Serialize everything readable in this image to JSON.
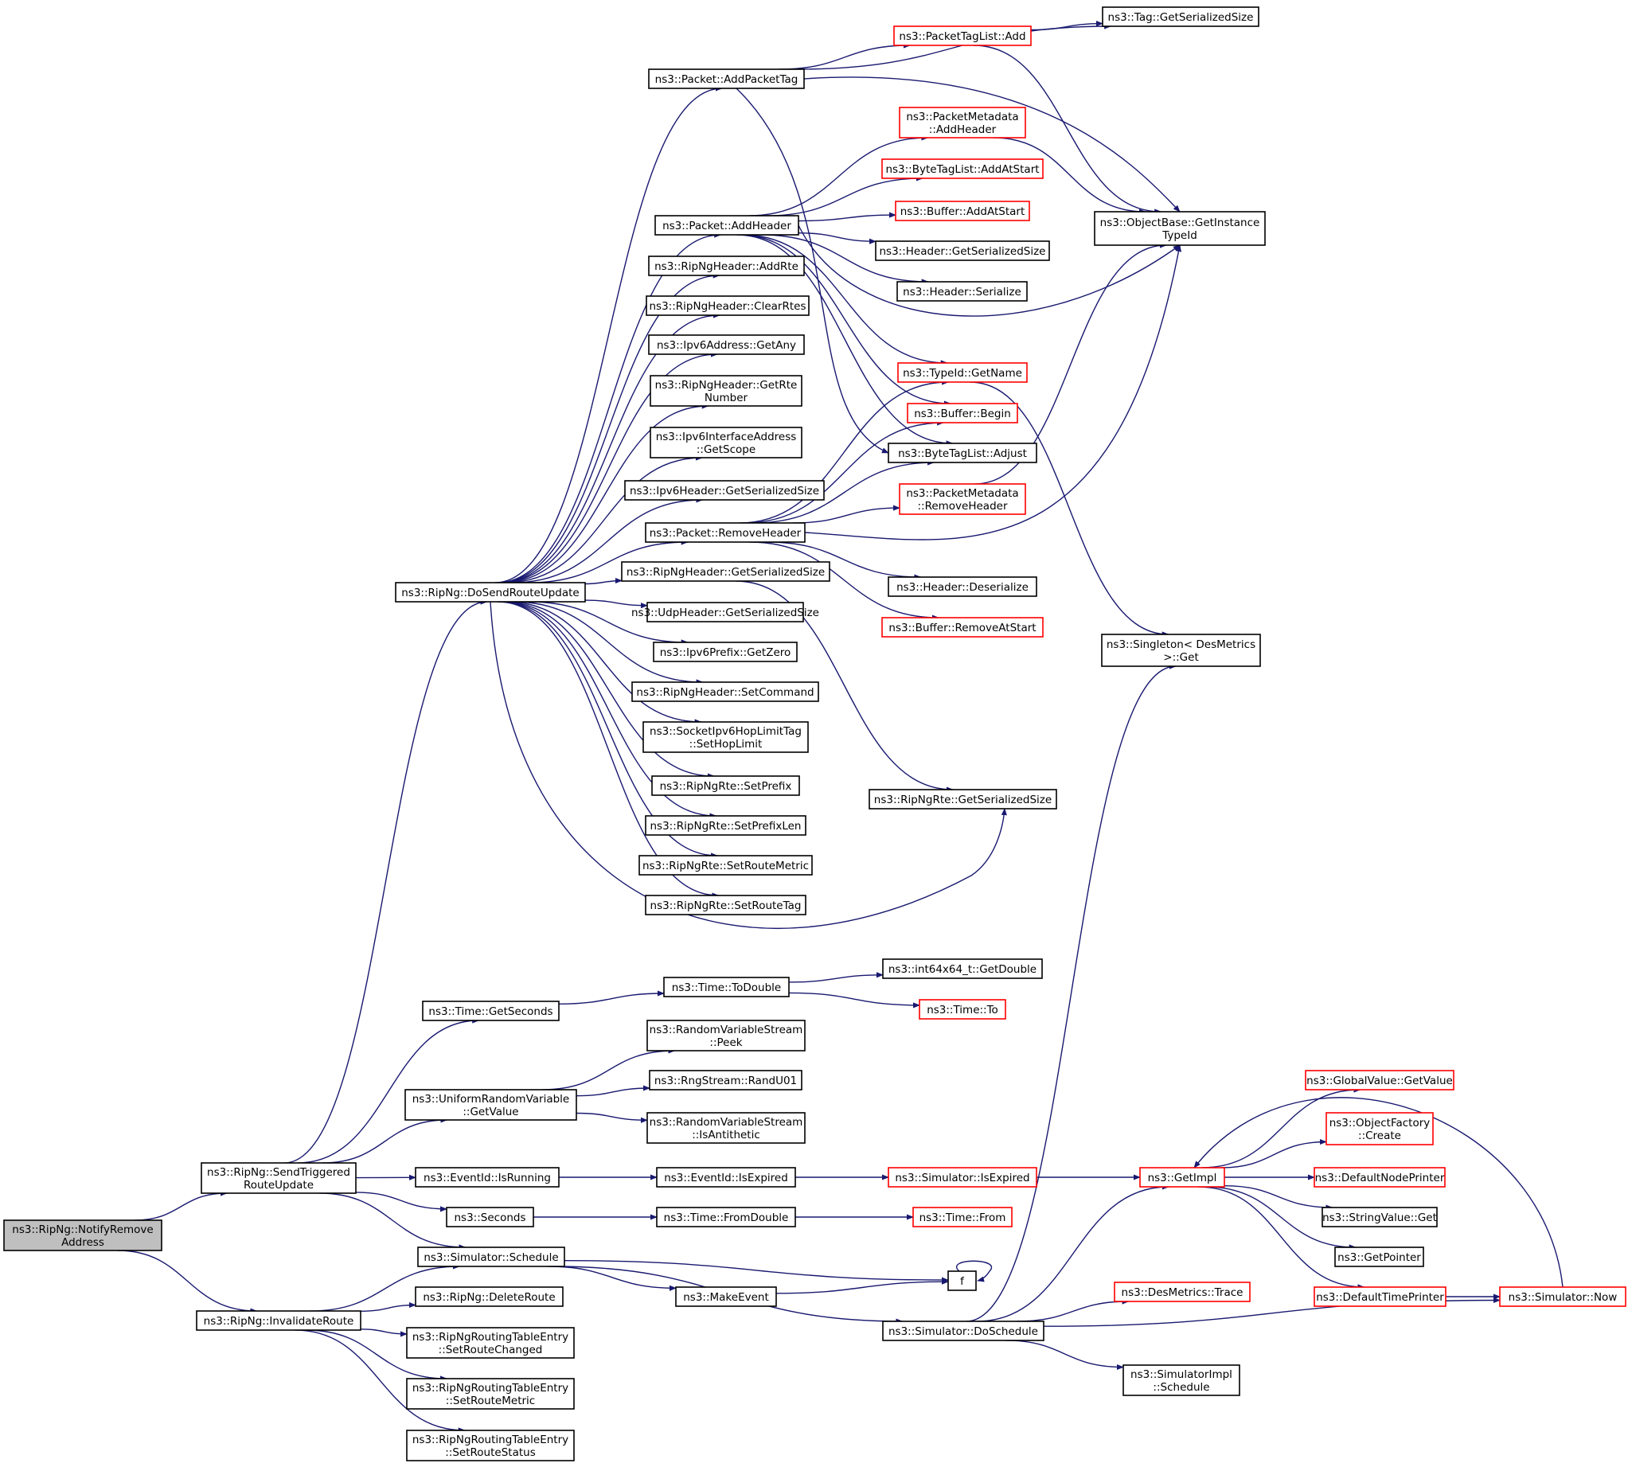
{
  "colors": {
    "edge": "#191970",
    "node_border": "#000000",
    "truncated_border": "#ff0000",
    "root_fill": "#bfbfbf",
    "node_fill": "#ffffff"
  },
  "nodes": [
    {
      "id": "notify",
      "lines": [
        "ns3::RipNg::NotifyRemove",
        "Address"
      ],
      "style": "root"
    },
    {
      "id": "sendtrig",
      "lines": [
        "ns3::RipNg::SendTriggered",
        "RouteUpdate"
      ],
      "style": "normal"
    },
    {
      "id": "invalidate",
      "lines": [
        "ns3::RipNg::InvalidateRoute"
      ],
      "style": "normal"
    },
    {
      "id": "dosend",
      "lines": [
        "ns3::RipNg::DoSendRouteUpdate"
      ],
      "style": "normal"
    },
    {
      "id": "timegetsec",
      "lines": [
        "ns3::Time::GetSeconds"
      ],
      "style": "normal"
    },
    {
      "id": "urvget",
      "lines": [
        "ns3::UniformRandomVariable",
        "::GetValue"
      ],
      "style": "normal"
    },
    {
      "id": "evrunning",
      "lines": [
        "ns3::EventId::IsRunning"
      ],
      "style": "normal"
    },
    {
      "id": "seconds",
      "lines": [
        "ns3::Seconds"
      ],
      "style": "normal"
    },
    {
      "id": "simsched",
      "lines": [
        "ns3::Simulator::Schedule"
      ],
      "style": "normal"
    },
    {
      "id": "delroute",
      "lines": [
        "ns3::RipNg::DeleteRoute"
      ],
      "style": "normal"
    },
    {
      "id": "rtechanged",
      "lines": [
        "ns3::RipNgRoutingTableEntry",
        "::SetRouteChanged"
      ],
      "style": "normal"
    },
    {
      "id": "rtemetric",
      "lines": [
        "ns3::RipNgRoutingTableEntry",
        "::SetRouteMetric"
      ],
      "style": "normal"
    },
    {
      "id": "rtestatus",
      "lines": [
        "ns3::RipNgRoutingTableEntry",
        "::SetRouteStatus"
      ],
      "style": "normal"
    },
    {
      "id": "addpackettag",
      "lines": [
        "ns3::Packet::AddPacketTag"
      ],
      "style": "normal"
    },
    {
      "id": "addheader",
      "lines": [
        "ns3::Packet::AddHeader"
      ],
      "style": "normal"
    },
    {
      "id": "addrte",
      "lines": [
        "ns3::RipNgHeader::AddRte"
      ],
      "style": "normal"
    },
    {
      "id": "clearrtes",
      "lines": [
        "ns3::RipNgHeader::ClearRtes"
      ],
      "style": "normal"
    },
    {
      "id": "v6getany",
      "lines": [
        "ns3::Ipv6Address::GetAny"
      ],
      "style": "normal"
    },
    {
      "id": "getrtenum",
      "lines": [
        "ns3::RipNgHeader::GetRte",
        "Number"
      ],
      "style": "normal"
    },
    {
      "id": "v6ifscope",
      "lines": [
        "ns3::Ipv6InterfaceAddress",
        "::GetScope"
      ],
      "style": "normal"
    },
    {
      "id": "v6hdrsize",
      "lines": [
        "ns3::Ipv6Header::GetSerializedSize"
      ],
      "style": "normal"
    },
    {
      "id": "removeheader",
      "lines": [
        "ns3::Packet::RemoveHeader"
      ],
      "style": "normal"
    },
    {
      "id": "riphdrsize",
      "lines": [
        "ns3::RipNgHeader::GetSerializedSize"
      ],
      "style": "normal"
    },
    {
      "id": "udphdrsize",
      "lines": [
        "ns3::UdpHeader::GetSerializedSize"
      ],
      "style": "normal"
    },
    {
      "id": "prefixzero",
      "lines": [
        "ns3::Ipv6Prefix::GetZero"
      ],
      "style": "normal"
    },
    {
      "id": "setcommand",
      "lines": [
        "ns3::RipNgHeader::SetCommand"
      ],
      "style": "normal"
    },
    {
      "id": "sethoplimit",
      "lines": [
        "ns3::SocketIpv6HopLimitTag",
        "::SetHopLimit"
      ],
      "style": "normal"
    },
    {
      "id": "setprefix",
      "lines": [
        "ns3::RipNgRte::SetPrefix"
      ],
      "style": "normal"
    },
    {
      "id": "setprefixlen",
      "lines": [
        "ns3::RipNgRte::SetPrefixLen"
      ],
      "style": "normal"
    },
    {
      "id": "setroutemetric",
      "lines": [
        "ns3::RipNgRte::SetRouteMetric"
      ],
      "style": "normal"
    },
    {
      "id": "setroutetag",
      "lines": [
        "ns3::RipNgRte::SetRouteTag"
      ],
      "style": "normal"
    },
    {
      "id": "todouble",
      "lines": [
        "ns3::Time::ToDouble"
      ],
      "style": "normal"
    },
    {
      "id": "rvspeek",
      "lines": [
        "ns3::RandomVariableStream",
        "::Peek"
      ],
      "style": "normal"
    },
    {
      "id": "randu01",
      "lines": [
        "ns3::RngStream::RandU01"
      ],
      "style": "normal"
    },
    {
      "id": "isantithetic",
      "lines": [
        "ns3::RandomVariableStream",
        "::IsAntithetic"
      ],
      "style": "normal"
    },
    {
      "id": "evexpired",
      "lines": [
        "ns3::EventId::IsExpired"
      ],
      "style": "normal"
    },
    {
      "id": "fromdouble",
      "lines": [
        "ns3::Time::FromDouble"
      ],
      "style": "normal"
    },
    {
      "id": "makeevent",
      "lines": [
        "ns3::MakeEvent"
      ],
      "style": "normal"
    },
    {
      "id": "f",
      "lines": [
        "f"
      ],
      "style": "normal"
    },
    {
      "id": "doschedule",
      "lines": [
        "ns3::Simulator::DoSchedule"
      ],
      "style": "normal"
    },
    {
      "id": "tagsize",
      "lines": [
        "ns3::Tag::GetSerializedSize"
      ],
      "style": "normal"
    },
    {
      "id": "ptladd",
      "lines": [
        "ns3::PacketTagList::Add"
      ],
      "style": "truncated"
    },
    {
      "id": "pmaddheader",
      "lines": [
        "ns3::PacketMetadata",
        "::AddHeader"
      ],
      "style": "truncated"
    },
    {
      "id": "btladdstart",
      "lines": [
        "ns3::ByteTagList::AddAtStart"
      ],
      "style": "truncated"
    },
    {
      "id": "bufaddstart",
      "lines": [
        "ns3::Buffer::AddAtStart"
      ],
      "style": "truncated"
    },
    {
      "id": "hdrsize",
      "lines": [
        "ns3::Header::GetSerializedSize"
      ],
      "style": "normal"
    },
    {
      "id": "hdrserialize",
      "lines": [
        "ns3::Header::Serialize"
      ],
      "style": "normal"
    },
    {
      "id": "typeidname",
      "lines": [
        "ns3::TypeId::GetName"
      ],
      "style": "truncated"
    },
    {
      "id": "bufbegin",
      "lines": [
        "ns3::Buffer::Begin"
      ],
      "style": "truncated"
    },
    {
      "id": "btladjust",
      "lines": [
        "ns3::ByteTagList::Adjust"
      ],
      "style": "normal"
    },
    {
      "id": "pmremoveheader",
      "lines": [
        "ns3::PacketMetadata",
        "::RemoveHeader"
      ],
      "style": "truncated"
    },
    {
      "id": "hdrdeser",
      "lines": [
        "ns3::Header::Deserialize"
      ],
      "style": "normal"
    },
    {
      "id": "bufremovestart",
      "lines": [
        "ns3::Buffer::RemoveAtStart"
      ],
      "style": "truncated"
    },
    {
      "id": "rtesize",
      "lines": [
        "ns3::RipNgRte::GetSerializedSize"
      ],
      "style": "normal"
    },
    {
      "id": "getdouble",
      "lines": [
        "ns3::int64x64_t::GetDouble"
      ],
      "style": "normal"
    },
    {
      "id": "timeto",
      "lines": [
        "ns3::Time::To"
      ],
      "style": "truncated"
    },
    {
      "id": "simisexpired",
      "lines": [
        "ns3::Simulator::IsExpired"
      ],
      "style": "truncated"
    },
    {
      "id": "timefrom",
      "lines": [
        "ns3::Time::From"
      ],
      "style": "truncated"
    },
    {
      "id": "destrace",
      "lines": [
        "ns3::DesMetrics::Trace"
      ],
      "style": "truncated"
    },
    {
      "id": "simimplsched",
      "lines": [
        "ns3::SimulatorImpl",
        "::Schedule"
      ],
      "style": "normal"
    },
    {
      "id": "objtypeid",
      "lines": [
        "ns3::ObjectBase::GetInstance",
        "TypeId"
      ],
      "style": "normal"
    },
    {
      "id": "singletonget",
      "lines": [
        "ns3::Singleton< DesMetrics",
        " >::Get"
      ],
      "style": "normal"
    },
    {
      "id": "getimpl",
      "lines": [
        "ns3::GetImpl"
      ],
      "style": "truncated"
    },
    {
      "id": "gvgetvalue",
      "lines": [
        "ns3::GlobalValue::GetValue"
      ],
      "style": "truncated"
    },
    {
      "id": "ofcreate",
      "lines": [
        "ns3::ObjectFactory",
        "::Create"
      ],
      "style": "truncated"
    },
    {
      "id": "defnodeprinter",
      "lines": [
        "ns3::DefaultNodePrinter"
      ],
      "style": "truncated"
    },
    {
      "id": "svget",
      "lines": [
        "ns3::StringValue::Get"
      ],
      "style": "normal"
    },
    {
      "id": "getpointer",
      "lines": [
        "ns3::GetPointer"
      ],
      "style": "normal"
    },
    {
      "id": "deftimeprinter",
      "lines": [
        "ns3::DefaultTimePrinter"
      ],
      "style": "truncated"
    },
    {
      "id": "simnow",
      "lines": [
        "ns3::Simulator::Now"
      ],
      "style": "truncated"
    }
  ],
  "edges": [
    {
      "from": "notify",
      "to": "sendtrig"
    },
    {
      "from": "notify",
      "to": "invalidate"
    },
    {
      "from": "sendtrig",
      "to": "dosend"
    },
    {
      "from": "sendtrig",
      "to": "timegetsec"
    },
    {
      "from": "sendtrig",
      "to": "urvget"
    },
    {
      "from": "sendtrig",
      "to": "evrunning"
    },
    {
      "from": "sendtrig",
      "to": "seconds"
    },
    {
      "from": "sendtrig",
      "to": "simsched"
    },
    {
      "from": "invalidate",
      "to": "simsched"
    },
    {
      "from": "invalidate",
      "to": "delroute"
    },
    {
      "from": "invalidate",
      "to": "rtechanged"
    },
    {
      "from": "invalidate",
      "to": "rtemetric"
    },
    {
      "from": "invalidate",
      "to": "rtestatus"
    },
    {
      "from": "dosend",
      "to": "addpackettag"
    },
    {
      "from": "dosend",
      "to": "addheader"
    },
    {
      "from": "dosend",
      "to": "addrte"
    },
    {
      "from": "dosend",
      "to": "clearrtes"
    },
    {
      "from": "dosend",
      "to": "v6getany"
    },
    {
      "from": "dosend",
      "to": "getrtenum"
    },
    {
      "from": "dosend",
      "to": "v6ifscope"
    },
    {
      "from": "dosend",
      "to": "v6hdrsize"
    },
    {
      "from": "dosend",
      "to": "removeheader"
    },
    {
      "from": "dosend",
      "to": "riphdrsize"
    },
    {
      "from": "dosend",
      "to": "udphdrsize"
    },
    {
      "from": "dosend",
      "to": "prefixzero"
    },
    {
      "from": "dosend",
      "to": "setcommand"
    },
    {
      "from": "dosend",
      "to": "sethoplimit"
    },
    {
      "from": "dosend",
      "to": "setprefix"
    },
    {
      "from": "dosend",
      "to": "setprefixlen"
    },
    {
      "from": "dosend",
      "to": "setroutemetric"
    },
    {
      "from": "dosend",
      "to": "setroutetag"
    },
    {
      "from": "dosend",
      "to": "rtesize"
    },
    {
      "from": "addpackettag",
      "to": "tagsize"
    },
    {
      "from": "addpackettag",
      "to": "ptladd"
    },
    {
      "from": "addpackettag",
      "to": "objtypeid"
    },
    {
      "from": "addpackettag",
      "to": "btladjust"
    },
    {
      "from": "ptladd",
      "to": "tagsize"
    },
    {
      "from": "ptladd",
      "to": "objtypeid"
    },
    {
      "from": "addheader",
      "to": "pmaddheader"
    },
    {
      "from": "addheader",
      "to": "btladdstart"
    },
    {
      "from": "addheader",
      "to": "bufaddstart"
    },
    {
      "from": "addheader",
      "to": "hdrsize"
    },
    {
      "from": "addheader",
      "to": "hdrserialize"
    },
    {
      "from": "addheader",
      "to": "objtypeid"
    },
    {
      "from": "addheader",
      "to": "typeidname"
    },
    {
      "from": "addheader",
      "to": "bufbegin"
    },
    {
      "from": "addheader",
      "to": "btladjust"
    },
    {
      "from": "pmaddheader",
      "to": "objtypeid"
    },
    {
      "from": "removeheader",
      "to": "typeidname"
    },
    {
      "from": "removeheader",
      "to": "bufbegin"
    },
    {
      "from": "removeheader",
      "to": "btladjust"
    },
    {
      "from": "removeheader",
      "to": "pmremoveheader"
    },
    {
      "from": "removeheader",
      "to": "objtypeid"
    },
    {
      "from": "removeheader",
      "to": "hdrdeser"
    },
    {
      "from": "removeheader",
      "to": "bufremovestart"
    },
    {
      "from": "pmremoveheader",
      "to": "objtypeid"
    },
    {
      "from": "riphdrsize",
      "to": "rtesize"
    },
    {
      "from": "typeidname",
      "to": "singletonget"
    },
    {
      "from": "timegetsec",
      "to": "todouble"
    },
    {
      "from": "todouble",
      "to": "getdouble"
    },
    {
      "from": "todouble",
      "to": "timeto"
    },
    {
      "from": "urvget",
      "to": "rvspeek"
    },
    {
      "from": "urvget",
      "to": "randu01"
    },
    {
      "from": "urvget",
      "to": "isantithetic"
    },
    {
      "from": "evrunning",
      "to": "evexpired"
    },
    {
      "from": "evexpired",
      "to": "simisexpired"
    },
    {
      "from": "simisexpired",
      "to": "getimpl"
    },
    {
      "from": "seconds",
      "to": "fromdouble"
    },
    {
      "from": "fromdouble",
      "to": "timefrom"
    },
    {
      "from": "simsched",
      "to": "f"
    },
    {
      "from": "simsched",
      "to": "makeevent"
    },
    {
      "from": "simsched",
      "to": "doschedule"
    },
    {
      "from": "makeevent",
      "to": "f"
    },
    {
      "from": "f",
      "to": "f"
    },
    {
      "from": "doschedule",
      "to": "singletonget"
    },
    {
      "from": "doschedule",
      "to": "getimpl"
    },
    {
      "from": "doschedule",
      "to": "destrace"
    },
    {
      "from": "doschedule",
      "to": "simnow"
    },
    {
      "from": "doschedule",
      "to": "simimplsched"
    },
    {
      "from": "getimpl",
      "to": "gvgetvalue"
    },
    {
      "from": "getimpl",
      "to": "ofcreate"
    },
    {
      "from": "getimpl",
      "to": "defnodeprinter"
    },
    {
      "from": "getimpl",
      "to": "svget"
    },
    {
      "from": "getimpl",
      "to": "getpointer"
    },
    {
      "from": "getimpl",
      "to": "deftimeprinter"
    },
    {
      "from": "deftimeprinter",
      "to": "simnow"
    },
    {
      "from": "simnow",
      "to": "getimpl"
    }
  ]
}
